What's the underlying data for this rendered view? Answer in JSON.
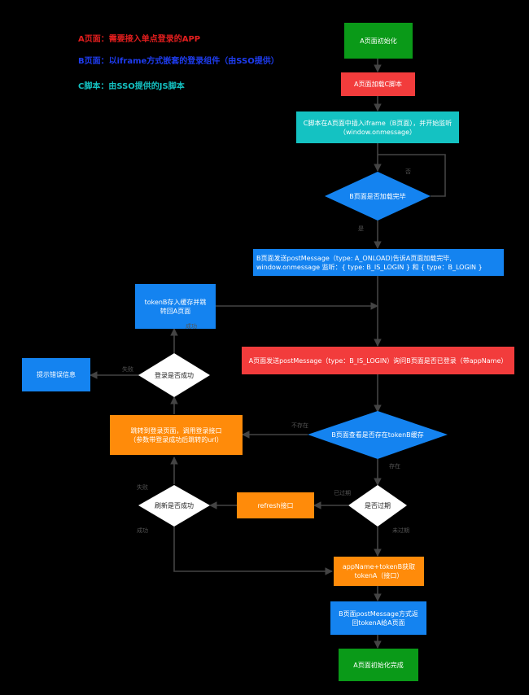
{
  "legend": {
    "a_page": "A页面：需要接入单点登录的APP",
    "b_page": "B页面：以iframe方式嵌套的登录组件（由SSO提供）",
    "c_script": "C脚本：由SSO提供的JS脚本"
  },
  "colors": {
    "legend_a": "#e41e1e",
    "legend_b": "#1e3cf0",
    "legend_c": "#14c2c2",
    "green": "#0a9a18",
    "red": "#f23c3c",
    "cyan": "#14c2c2",
    "blue": "#1483f0",
    "orange": "#ff8b0a",
    "edge": "#444444"
  },
  "nodes": {
    "start": "A页面初始化",
    "load_c": "A页面加载C脚本",
    "insert_iframe_1": "C脚本在A页面中插入iframe（B页面），并开始监听",
    "insert_iframe_2": "（window.onmessage）",
    "b_loaded": "B页面是否加载完毕",
    "b_post_1": "B页面发送postMessage（type: A_ONLOAD)告诉A页面加载完毕,",
    "b_post_2": "window.onmessage 监听：{ type: B_IS_LOGIN } 和 { type：B_LOGIN }",
    "store_token_1": "tokenB存入缓存并跳",
    "store_token_2": "转回A页面",
    "a_post": "A页面发送postMessage（type：B_IS_LOGIN）询问B页面是否已登录（带appName）",
    "show_error": "提示错误信息",
    "login_ok": "登录是否成功",
    "jump_login_1": "跳转到登录页面，调用登录接口",
    "jump_login_2": "（参数带登录成功后跳转的url）",
    "check_cache": "B页面查看是否存在tokenB缓存",
    "refresh_ok": "刷新是否成功",
    "refresh_api": "refresh接口",
    "expired": "是否过期",
    "get_token_1": "appName+tokenB获取",
    "get_token_2": "tokenA（接口）",
    "return_token_1": "B页面postMessage方式返",
    "return_token_2": "回tokenA给A页面",
    "done": "A页面初始化完成"
  },
  "edge_labels": {
    "loop_no": "否",
    "loaded_yes": "是",
    "login_success": "成功",
    "login_fail": "失败",
    "cache_missing": "不存在",
    "cache_exists": "存在",
    "refresh_fail": "失败",
    "refresh_success": "成功",
    "expired_yes": "已过期",
    "expired_no": "未过期"
  }
}
